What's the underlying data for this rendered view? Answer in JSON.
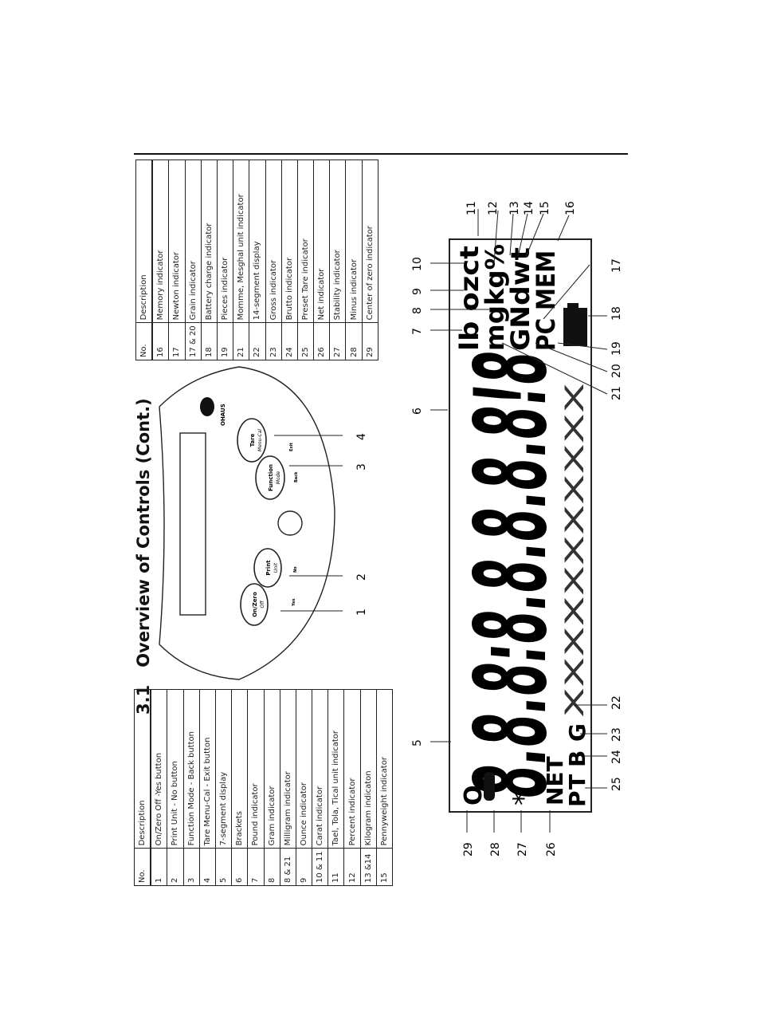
{
  "section": {
    "number": "3.1",
    "title": "Overview of Controls (Cont.)"
  },
  "table_left": {
    "headers": {
      "no": "No.",
      "description": "Description"
    },
    "rows": [
      {
        "no": "1",
        "desc": "On/Zero Off -Yes button"
      },
      {
        "no": "2",
        "desc": "Print Unit - No button"
      },
      {
        "no": "3",
        "desc": "Function Mode - Back button"
      },
      {
        "no": "4",
        "desc": "Tare Menu-Cal - Exit button"
      },
      {
        "no": "5",
        "desc": "7-segment display"
      },
      {
        "no": "6",
        "desc": "Brackets"
      },
      {
        "no": "7",
        "desc": "Pound indicator"
      },
      {
        "no": "8",
        "desc": "Gram indicator"
      },
      {
        "no": "8 & 21",
        "desc": "Milligram indicator"
      },
      {
        "no": "9",
        "desc": "Ounce indicator"
      },
      {
        "no": "10 & 11",
        "desc": "Carat indicator"
      },
      {
        "no": "11",
        "desc": "Tael, Tola, Tical unit indicator"
      },
      {
        "no": "12",
        "desc": "Percent indicator"
      },
      {
        "no": "13 &14",
        "desc": "Kilogram indicaton"
      },
      {
        "no": "15",
        "desc": "Pennyweight indicator"
      }
    ]
  },
  "table_right": {
    "headers": {
      "no": "No.",
      "description": "Description"
    },
    "rows": [
      {
        "no": "16",
        "desc": "Memory indicator"
      },
      {
        "no": "17",
        "desc": "Newton indicator"
      },
      {
        "no": "17 & 20",
        "desc": "Grain indicator"
      },
      {
        "no": "18",
        "desc": "Battery charge indicator"
      },
      {
        "no": "19",
        "desc": "Pieces indicator"
      },
      {
        "no": "21",
        "desc": "Momme, Mesghal unit indicator"
      },
      {
        "no": "22",
        "desc": "14-segment display"
      },
      {
        "no": "23",
        "desc": "Gross indicator"
      },
      {
        "no": "24",
        "desc": "Brutto indicator"
      },
      {
        "no": "25",
        "desc": "Preset Tare indicator"
      },
      {
        "no": "26",
        "desc": "Net indicator"
      },
      {
        "no": "27",
        "desc": "Stability indicator"
      },
      {
        "no": "28",
        "desc": "Minus indicator"
      },
      {
        "no": "29",
        "desc": "Center of zero indicator"
      }
    ]
  },
  "panel": {
    "brand": "OHAUS",
    "buttons": [
      {
        "main": "On/Zero",
        "sub": "Off",
        "caption": "Yes"
      },
      {
        "main": "Print",
        "sub": "Unit",
        "caption": "No"
      },
      {
        "main": "Function",
        "sub": "Mode",
        "caption": "Back"
      },
      {
        "main": "Tare",
        "sub": "Menu-Cal",
        "caption": "Exit"
      }
    ],
    "callouts": [
      "1",
      "2",
      "3",
      "4"
    ]
  },
  "display": {
    "seven_segment": "8.8.8:8.8.8.8.8!8",
    "fourteen_segment_sample": "XXXXXXXXXXX",
    "units_row1": "lb ozct",
    "units_row2": "mgkg%",
    "units_row3": "GNdwt",
    "units_row4": "PC MEM",
    "net": "NET",
    "ptbg": [
      "P",
      "T",
      "B",
      "G"
    ],
    "star": "*",
    "minus": "-",
    "zero": "O",
    "callouts_top": [
      "5",
      "6",
      "7",
      "8",
      "9",
      "10",
      "11",
      "12",
      "13",
      "14",
      "15",
      "16"
    ],
    "callouts_right": [
      "17",
      "18",
      "19",
      "20",
      "21"
    ],
    "callouts_bottom": [
      "22",
      "23",
      "24",
      "25"
    ],
    "callouts_left": [
      "26",
      "27",
      "28",
      "29"
    ]
  }
}
